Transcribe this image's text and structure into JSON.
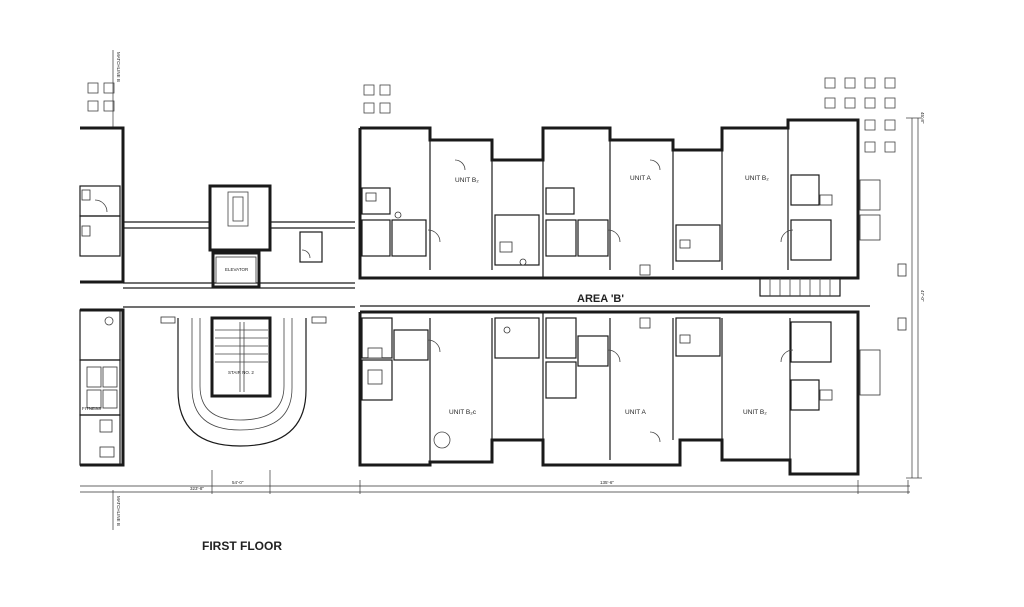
{
  "sheet": {
    "title": "FIRST FLOOR",
    "area_label": "AREA 'B'",
    "match_line": "MATCHLINE B"
  },
  "units": [
    {
      "label": "UNIT B₂"
    },
    {
      "label": "UNIT A"
    },
    {
      "label": "UNIT B₂"
    },
    {
      "label": "UNIT B₂c"
    },
    {
      "label": "UNIT A"
    },
    {
      "label": "UNIT B₂"
    }
  ],
  "rooms": {
    "elevator": "ELEVATOR",
    "stair": "STAIR NO. 2",
    "fitness": "FITNESS"
  },
  "dimensions": {
    "d1": "323'-8\"",
    "d2": "54'-0\"",
    "d3": "135'-6\"",
    "d4": "45'-8\"",
    "d5": "47'-0\""
  }
}
